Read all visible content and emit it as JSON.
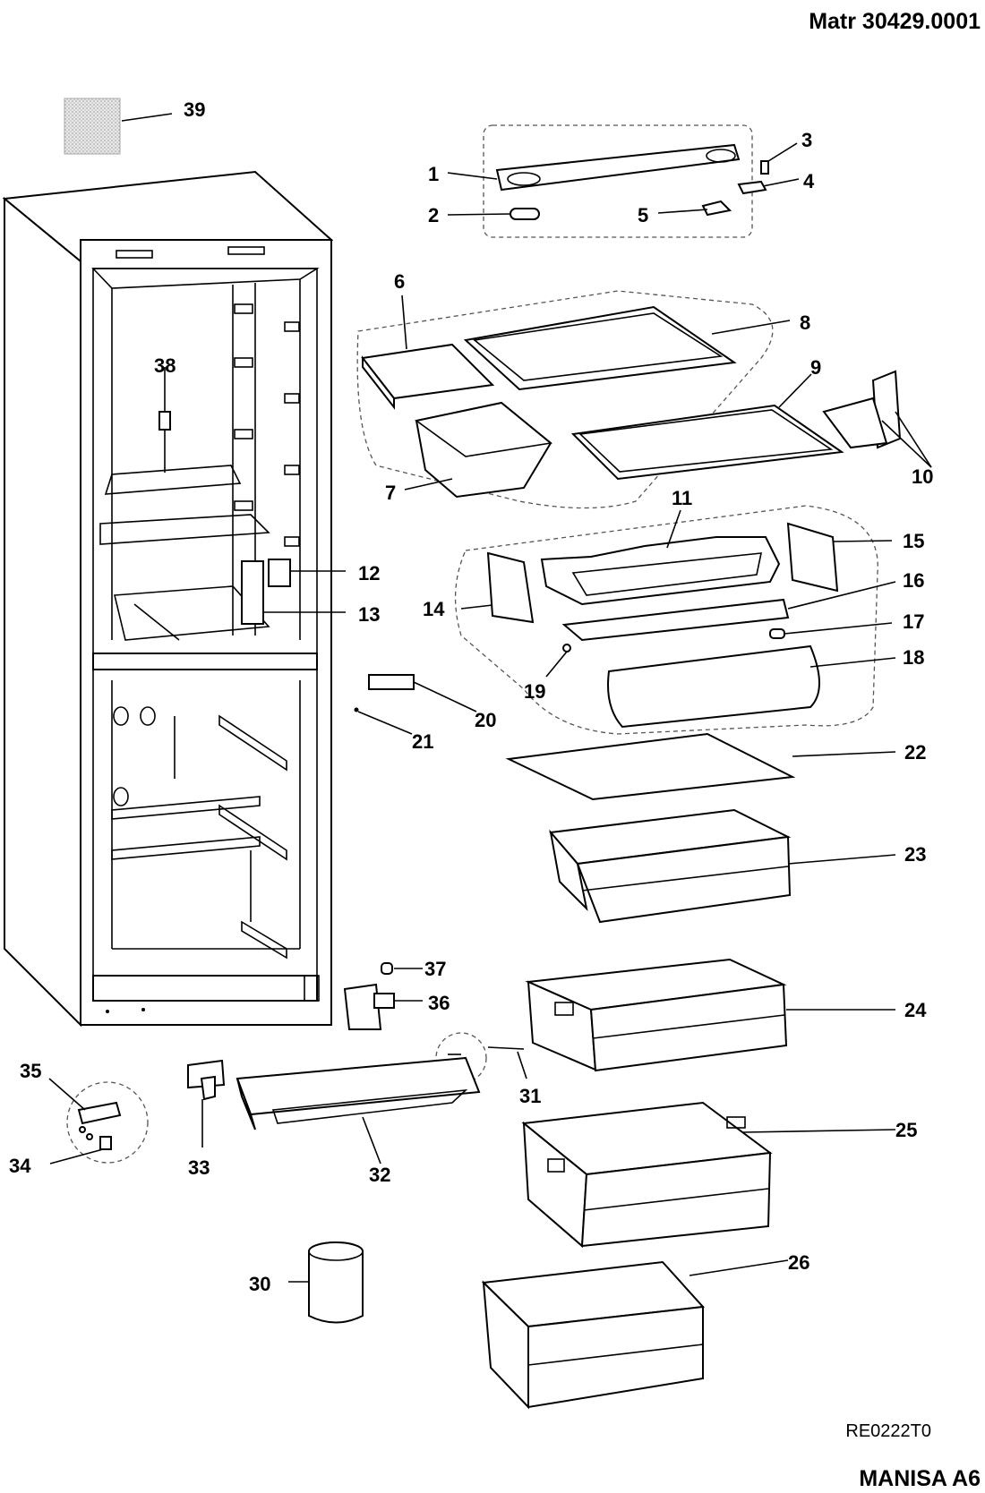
{
  "header": {
    "matr": "Matr 30429.0001"
  },
  "footer": {
    "code": "RE0222T0",
    "model": "MANISA A6"
  },
  "labels": {
    "p1": "1",
    "p2": "2",
    "p3": "3",
    "p4": "4",
    "p5": "5",
    "p6": "6",
    "p7": "7",
    "p8": "8",
    "p9": "9",
    "p10": "10",
    "p11": "11",
    "p12": "12",
    "p13": "13",
    "p14": "14",
    "p15": "15",
    "p16": "16",
    "p17": "17",
    "p18": "18",
    "p19": "19",
    "p20": "20",
    "p21": "21",
    "p22": "22",
    "p23": "23",
    "p24": "24",
    "p25": "25",
    "p26": "26",
    "p30": "30",
    "p31": "31",
    "p32": "32",
    "p33": "33",
    "p34": "34",
    "p35": "35",
    "p36": "36",
    "p37": "37",
    "p38": "38",
    "p39": "39"
  }
}
